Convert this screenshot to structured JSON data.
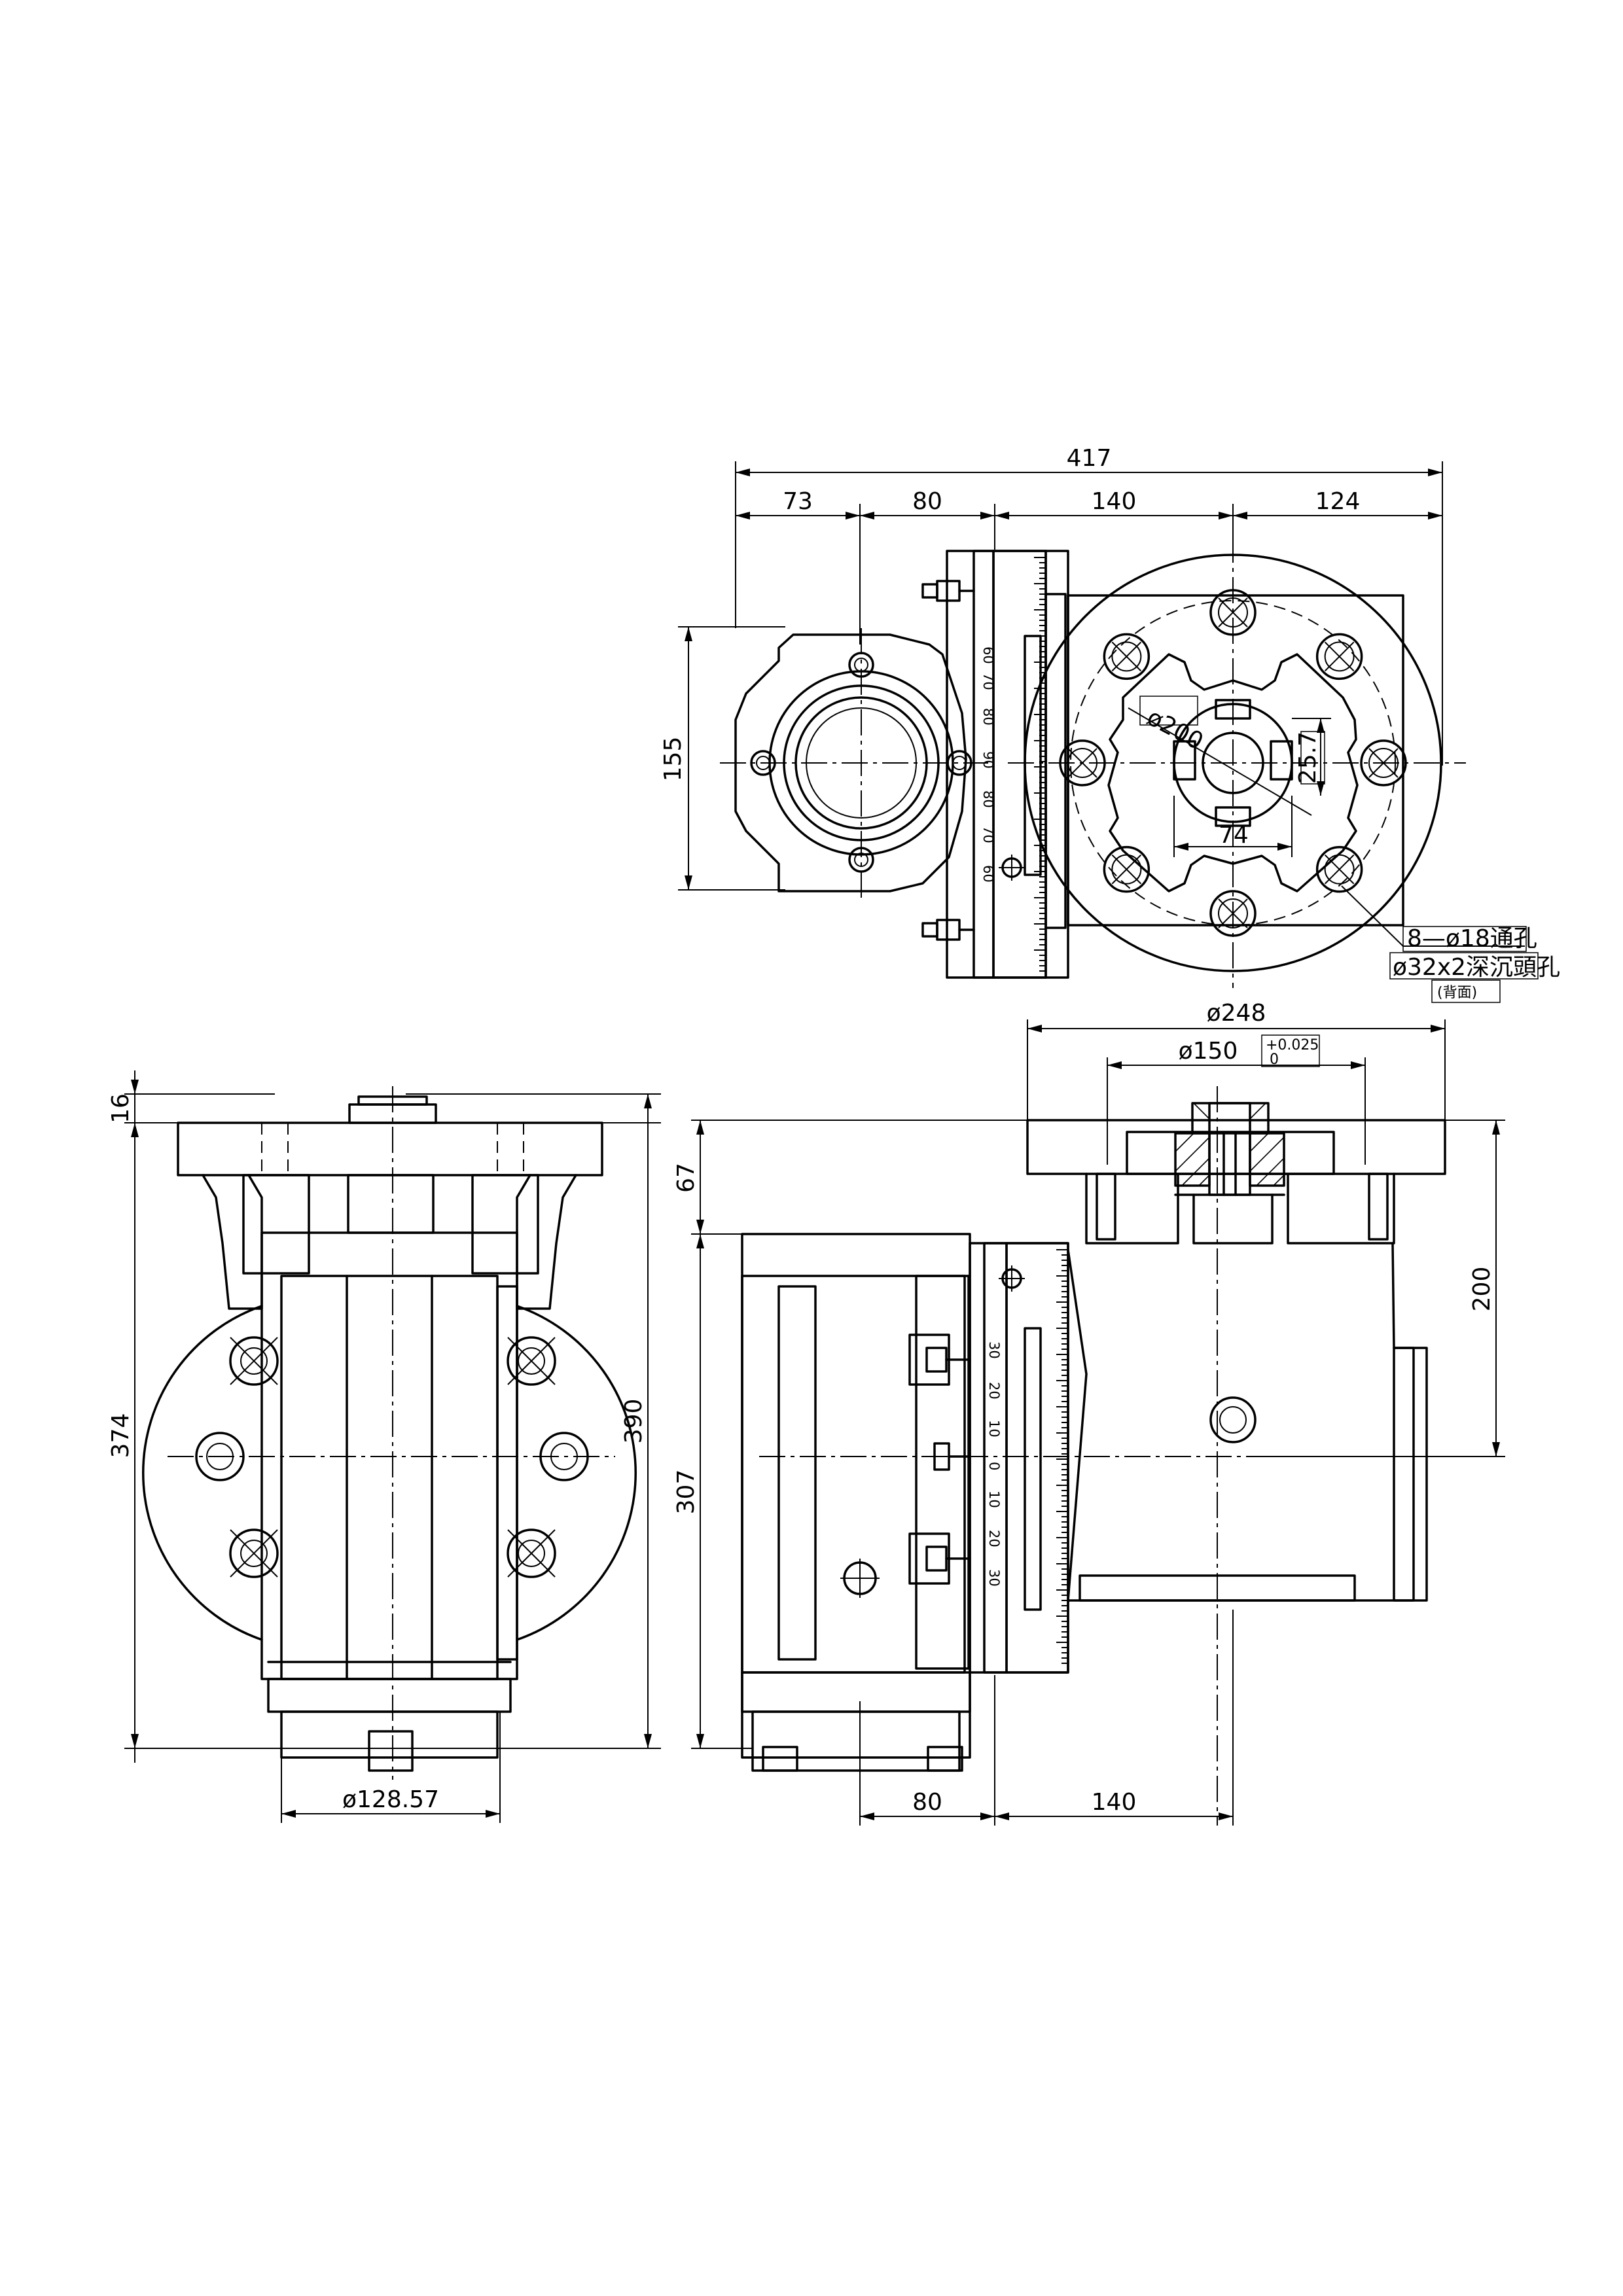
{
  "top_view": {
    "dims": {
      "overall": "417",
      "seg1": "73",
      "seg2": "80",
      "seg3": "140",
      "seg4": "124",
      "height": "155",
      "bolt_circle": "ø200",
      "keyway_depth": "25.7",
      "keyway_width": "74"
    },
    "scale_labels": [
      "60",
      "70",
      "80",
      "90",
      "80",
      "70",
      "60"
    ],
    "note_holes": "8—ø18通孔",
    "note_counterbore": "ø32x2深沉頭孔",
    "note_back": "(背面)"
  },
  "front_view": {
    "dims": {
      "top_thickness": "16",
      "body_height": "374",
      "overall_height": "390",
      "base_dia": "ø128.57"
    }
  },
  "side_view": {
    "dims": {
      "flange_dia": "ø248",
      "bore_dia": "ø150",
      "tol_upper": "+0.025",
      "tol_lower": "0",
      "top_height": "67",
      "lower_height": "307",
      "axis_height": "200",
      "bottom_seg1": "80",
      "bottom_seg2": "140"
    },
    "scale_labels": [
      "30",
      "20",
      "10",
      "0",
      "10",
      "20",
      "30"
    ]
  }
}
